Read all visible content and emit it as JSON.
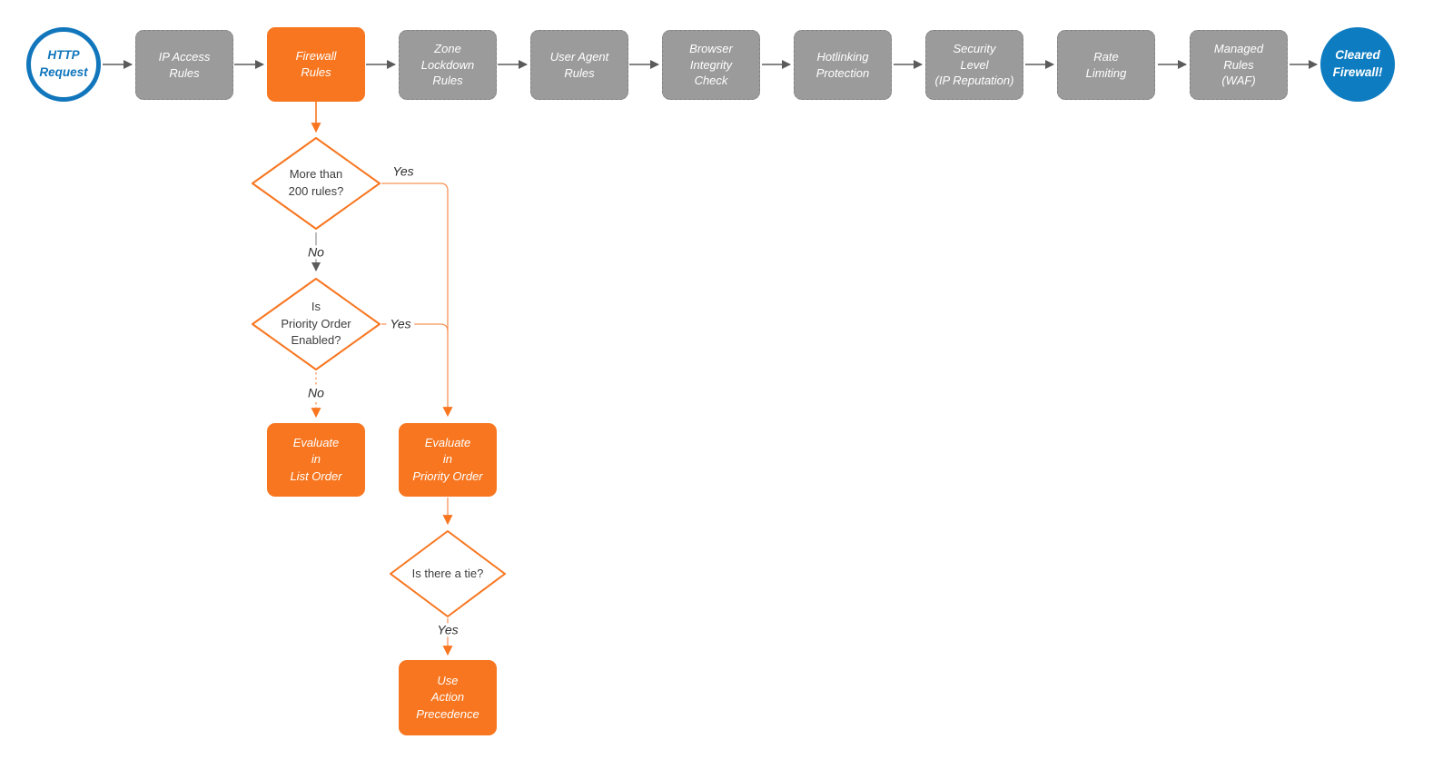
{
  "colors": {
    "orange": "#F7761F",
    "gray": "#9B9B9B",
    "blue_outline": "#1176BC",
    "blue_fill": "#0E7CC1",
    "arrow_dark": "#5B5B5B",
    "text_dark": "#3D3D3D"
  },
  "pipeline": {
    "start": {
      "label": "HTTP\nRequest"
    },
    "stages": [
      {
        "label": "IP Access\nRules"
      },
      {
        "label": "Firewall\nRules"
      },
      {
        "label": "Zone\nLockdown\nRules"
      },
      {
        "label": "User Agent\nRules"
      },
      {
        "label": "Browser\nIntegrity\nCheck"
      },
      {
        "label": "Hotlinking\nProtection"
      },
      {
        "label": "Security\nLevel\n(IP Reputation)"
      },
      {
        "label": "Rate\nLimiting"
      },
      {
        "label": "Managed\nRules\n(WAF)"
      }
    ],
    "end": {
      "label": "Cleared\nFirewall!"
    }
  },
  "decision_tree": {
    "more_than_200": {
      "label": "More than\n200 rules?"
    },
    "priority_enabled": {
      "label": "Is\nPriority Order\nEnabled?"
    },
    "tie": {
      "label": "Is there a tie?"
    },
    "evaluate_list": {
      "label": "Evaluate\nin\nList Order"
    },
    "evaluate_priority": {
      "label": "Evaluate\nin\nPriority Order"
    },
    "action_precedence": {
      "label": "Use\nAction\nPrecedence"
    },
    "labels": {
      "yes": "Yes",
      "no": "No"
    }
  }
}
